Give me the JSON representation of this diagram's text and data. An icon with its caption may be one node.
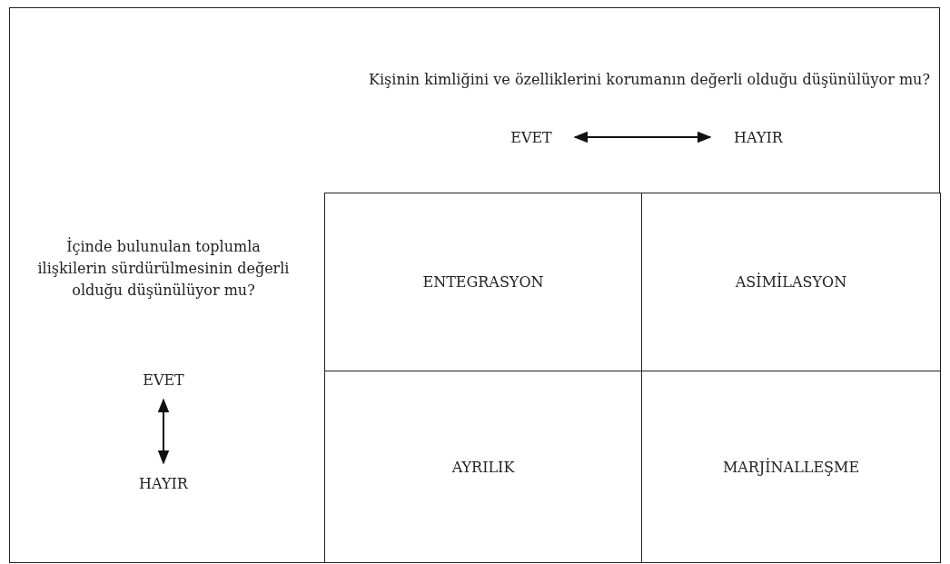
{
  "diagram": {
    "nodes": [
      {
        "text": [
          "EVET"
        ]
      },
      {
        "text": [
          "HAYIR"
        ]
      },
      {
        "text": [
          "EVET"
        ]
      },
      {
        "text": [
          "HAYIR"
        ]
      },
      {
        "text": [
          "ENTEGRASYON"
        ]
      },
      {
        "text": [
          "ASİMİLASYON"
        ]
      },
      {
        "text": [
          "AYRILIK"
        ]
      },
      {
        "text": [
          "MARJİNALLEŞME"
        ]
      }
    ],
    "edges": [
      {
        "from": 0,
        "to": 1,
        "arrow": "both"
      },
      {
        "from": 2,
        "to": 3,
        "arrow": "both"
      }
    ],
    "labels": [
      "Kişinin kimliğini ve özelliklerini korumanın değerli olduğu düşünülüyor mu?",
      "İçinde bulunulan toplumla ilişkilerin sürdürülmesinin değerli olduğu düşünülüyor mu?"
    ]
  }
}
